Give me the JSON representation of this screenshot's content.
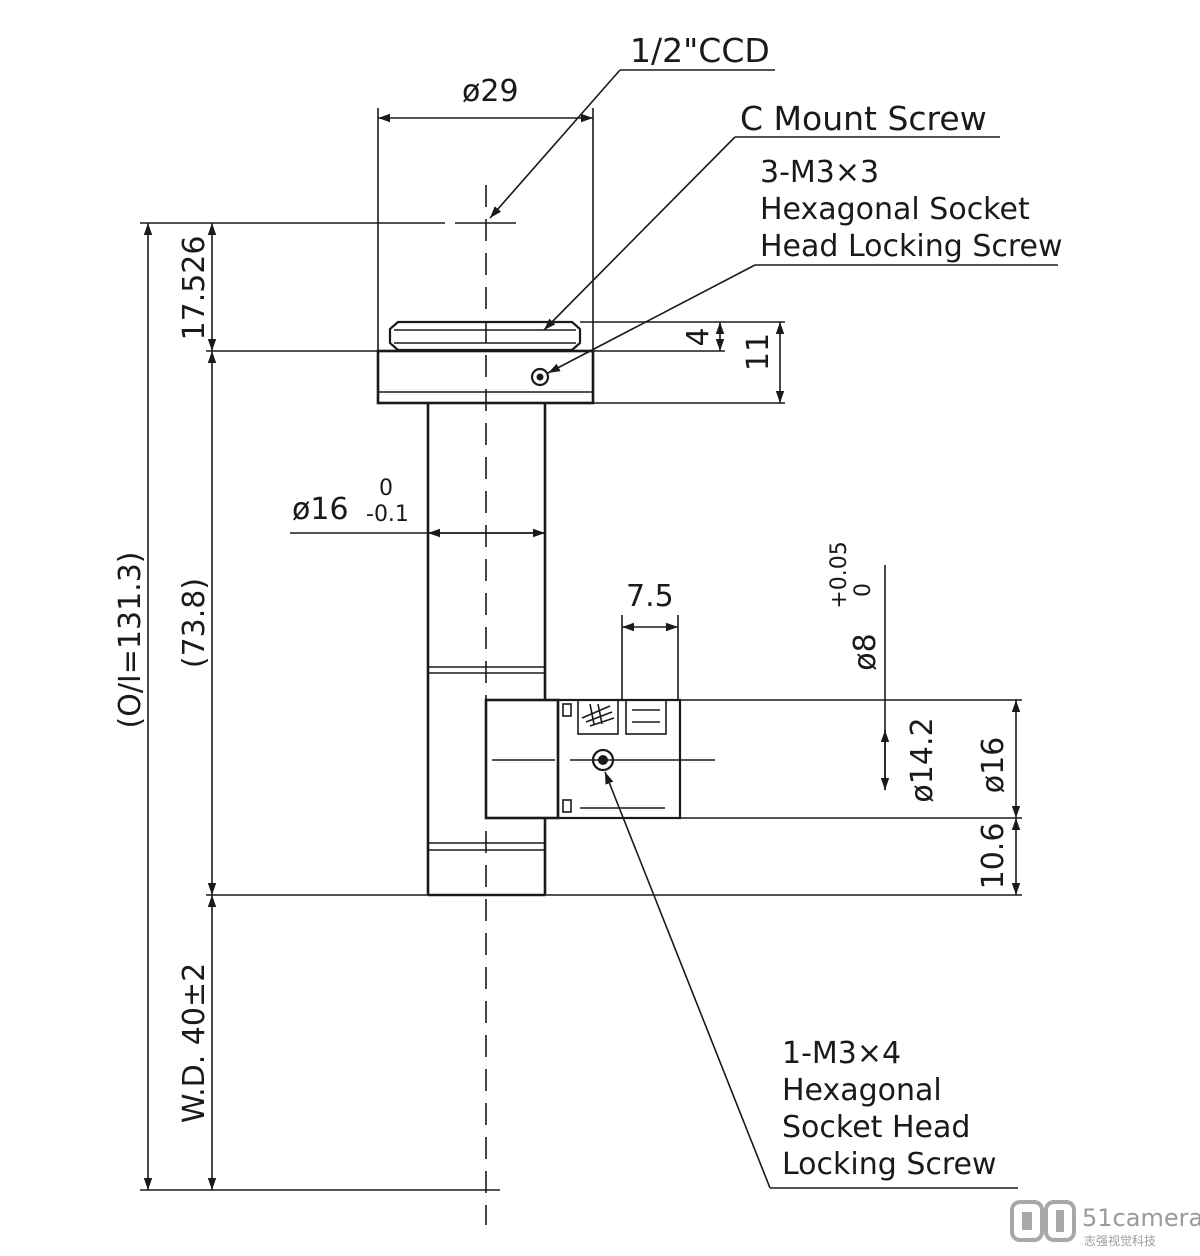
{
  "labels": {
    "ccd": "1/2\"CCD",
    "c_mount": "C Mount Screw",
    "lock_screw_top": [
      "3-M3×3",
      "Hexagonal Socket",
      "Head Locking Screw"
    ],
    "lock_screw_bottom": [
      "1-M3×4",
      "Hexagonal",
      "Socket Head",
      "Locking Screw"
    ]
  },
  "dimensions": {
    "dia_29": "ø29",
    "dia_16": "ø16",
    "dia_16_tol_upper": "0",
    "dia_16_tol_lower": "-0.1",
    "len_17_526": "17.526",
    "len_4": "4",
    "len_11": "11",
    "len_73_8": "(73.8)",
    "oi_131_3": "(O/I=131.3)",
    "wd_40": "W.D. 40±2",
    "len_7_5": "7.5",
    "dia_8": "ø8",
    "dia_8_tol_upper": "+0.05",
    "dia_8_tol_lower": "0",
    "dia_14_2": "ø14.2",
    "dia_16_right": "ø16",
    "len_10_6": "10.6"
  },
  "watermark": {
    "brand": "51camera",
    "sub": "志强视觉科技"
  }
}
